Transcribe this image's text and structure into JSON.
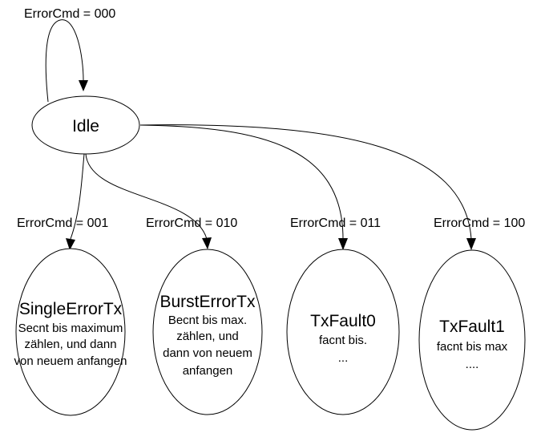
{
  "diagram": {
    "nodes": {
      "idle": {
        "title": "Idle"
      },
      "single": {
        "title": "SingleErrorTx",
        "desc": [
          "Secnt bis maximum",
          "zählen, und dann",
          "von neuem anfangen"
        ]
      },
      "burst": {
        "title": "BurstErrorTx",
        "desc": [
          "Becnt bis max.",
          "zählen, und",
          "dann von neuem",
          "anfangen"
        ]
      },
      "fault0": {
        "title": "TxFault0",
        "desc": [
          "facnt bis.",
          "..."
        ]
      },
      "fault1": {
        "title": "TxFault1",
        "desc": [
          "facnt bis max",
          "...."
        ]
      }
    },
    "edges": {
      "self": "ErrorCmd = 000",
      "to_single": "ErrorCmd = 001",
      "to_burst": "ErrorCmd = 010",
      "to_fault0": "ErrorCmd = 011",
      "to_fault1": "ErrorCmd = 100"
    }
  }
}
